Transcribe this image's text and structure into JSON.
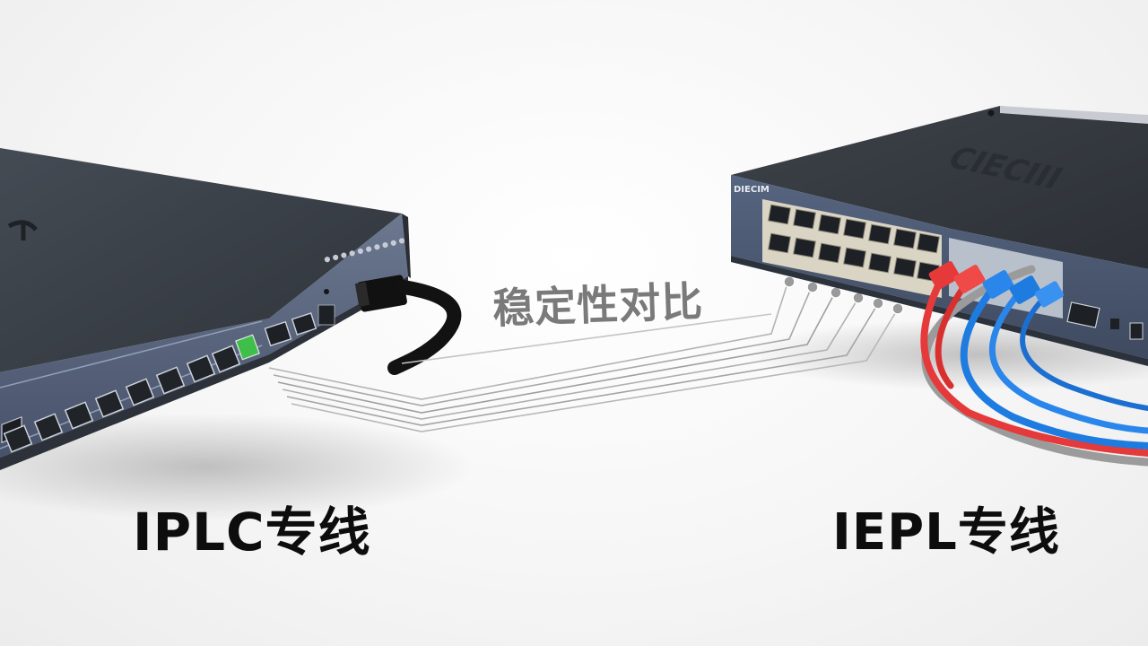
{
  "labels": {
    "left": "IPLC专线",
    "right": "IEPL专线",
    "center": "稳定性对比"
  },
  "colors": {
    "switch_body": "#4a5260",
    "switch_top": "#3e434b",
    "panel": "#5c6b80",
    "cable_red": "#e5393a",
    "cable_blue": "#1e7be0",
    "cable_grey": "#9a9a9a",
    "cable_black": "#1a1a1a",
    "port_led_green": "#3fbf4a"
  },
  "icons": [
    "network-switch-left",
    "network-switch-right",
    "ethernet-cable",
    "circuit-traces"
  ]
}
